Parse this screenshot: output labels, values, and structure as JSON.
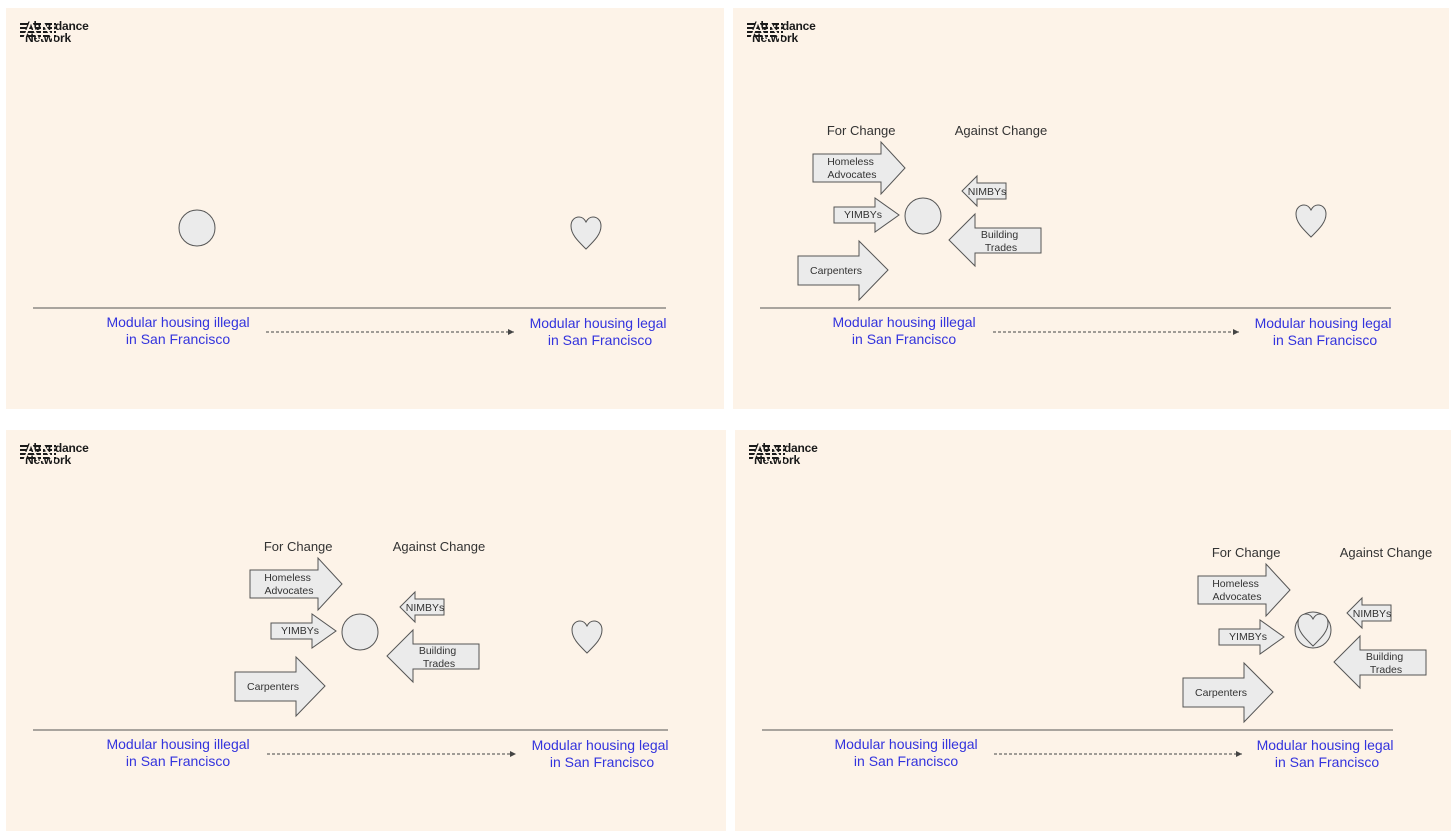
{
  "brand": {
    "line1": "Abundance",
    "line2": "Network"
  },
  "axis": {
    "left_line1": "Modular housing illegal",
    "left_line2": "in San Francisco",
    "right_line1": "Modular housing legal",
    "right_line2": "in San Francisco"
  },
  "headings": {
    "for": "For Change",
    "against": "Against Change"
  },
  "forces": {
    "homeless_line1": "Homeless",
    "homeless_line2": "Advocates",
    "yimbys": "YIMBYs",
    "carpenters": "Carpenters",
    "nimbys": "NIMBYs",
    "building_line1": "Building",
    "building_line2": "Trades"
  },
  "colors": {
    "panel_bg": "#fdf3e8",
    "label_blue": "#3333dd",
    "shape_fill": "#ebebeb",
    "stroke": "#555555"
  },
  "icons": [
    "logo-mark-icon",
    "heart-icon",
    "circle-icon",
    "arrow-right-icon",
    "arrow-left-icon"
  ],
  "panels": [
    {
      "id": "panel-1",
      "forces_visible": false,
      "circle_contains_heart": false
    },
    {
      "id": "panel-2",
      "forces_visible": true,
      "circle_contains_heart": false
    },
    {
      "id": "panel-3",
      "forces_visible": true,
      "circle_contains_heart": false
    },
    {
      "id": "panel-4",
      "forces_visible": true,
      "circle_contains_heart": true
    }
  ]
}
